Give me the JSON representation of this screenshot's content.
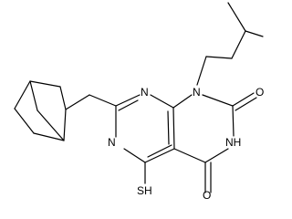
{
  "molecule": {
    "atoms": {
      "n_top": "N",
      "n_left": "N",
      "n1": "N",
      "n3": "NH",
      "o_top": "O",
      "o_bottom": "O",
      "sh": "SH"
    }
  },
  "colors": {
    "bond": "#000000",
    "label": "#000000",
    "background": "#ffffff"
  }
}
